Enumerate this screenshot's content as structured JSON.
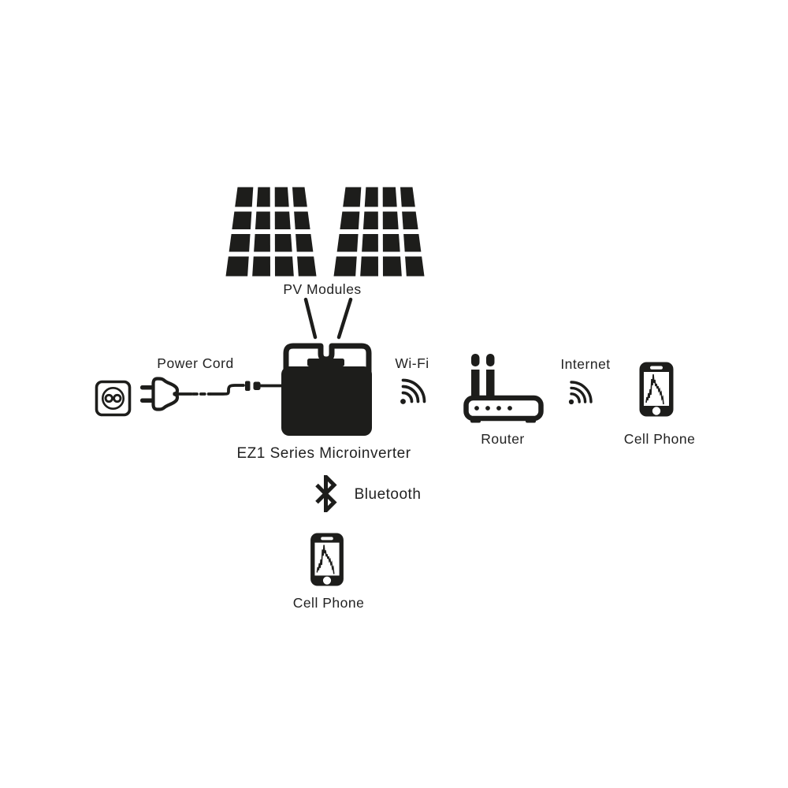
{
  "canvas": {
    "background": "#ffffff",
    "ink": "#1d1d1b"
  },
  "nodes": {
    "pv_modules": {
      "label": "PV Modules",
      "icon": "solar-panel-icon"
    },
    "power_cord": {
      "label": "Power Cord",
      "icons": [
        "wall-outlet-icon",
        "power-plug-icon"
      ]
    },
    "microinverter": {
      "label": "EZ1 Series Microinverter",
      "icon": "microinverter-icon"
    },
    "wifi": {
      "label": "Wi-Fi",
      "icon": "wifi-signal-icon"
    },
    "router": {
      "label": "Router",
      "icon": "router-icon"
    },
    "internet": {
      "label": "Internet",
      "icon": "wifi-signal-icon"
    },
    "cell_phone_wifi": {
      "label": "Cell Phone",
      "icon": "cell-phone-icon"
    },
    "bluetooth": {
      "label": "Bluetooth",
      "icon": "bluetooth-icon"
    },
    "cell_phone_bluetooth": {
      "label": "Cell Phone",
      "icon": "cell-phone-icon"
    }
  },
  "connections": [
    {
      "from": "PV Modules",
      "to": "EZ1 Series Microinverter",
      "type": "dc-cables"
    },
    {
      "from": "Wall Outlet",
      "to": "EZ1 Series Microinverter",
      "type": "power-cord"
    },
    {
      "from": "EZ1 Series Microinverter",
      "to": "Router",
      "type": "wifi"
    },
    {
      "from": "Router",
      "to": "Cell Phone",
      "type": "internet"
    },
    {
      "from": "EZ1 Series Microinverter",
      "to": "Cell Phone",
      "type": "bluetooth"
    }
  ]
}
